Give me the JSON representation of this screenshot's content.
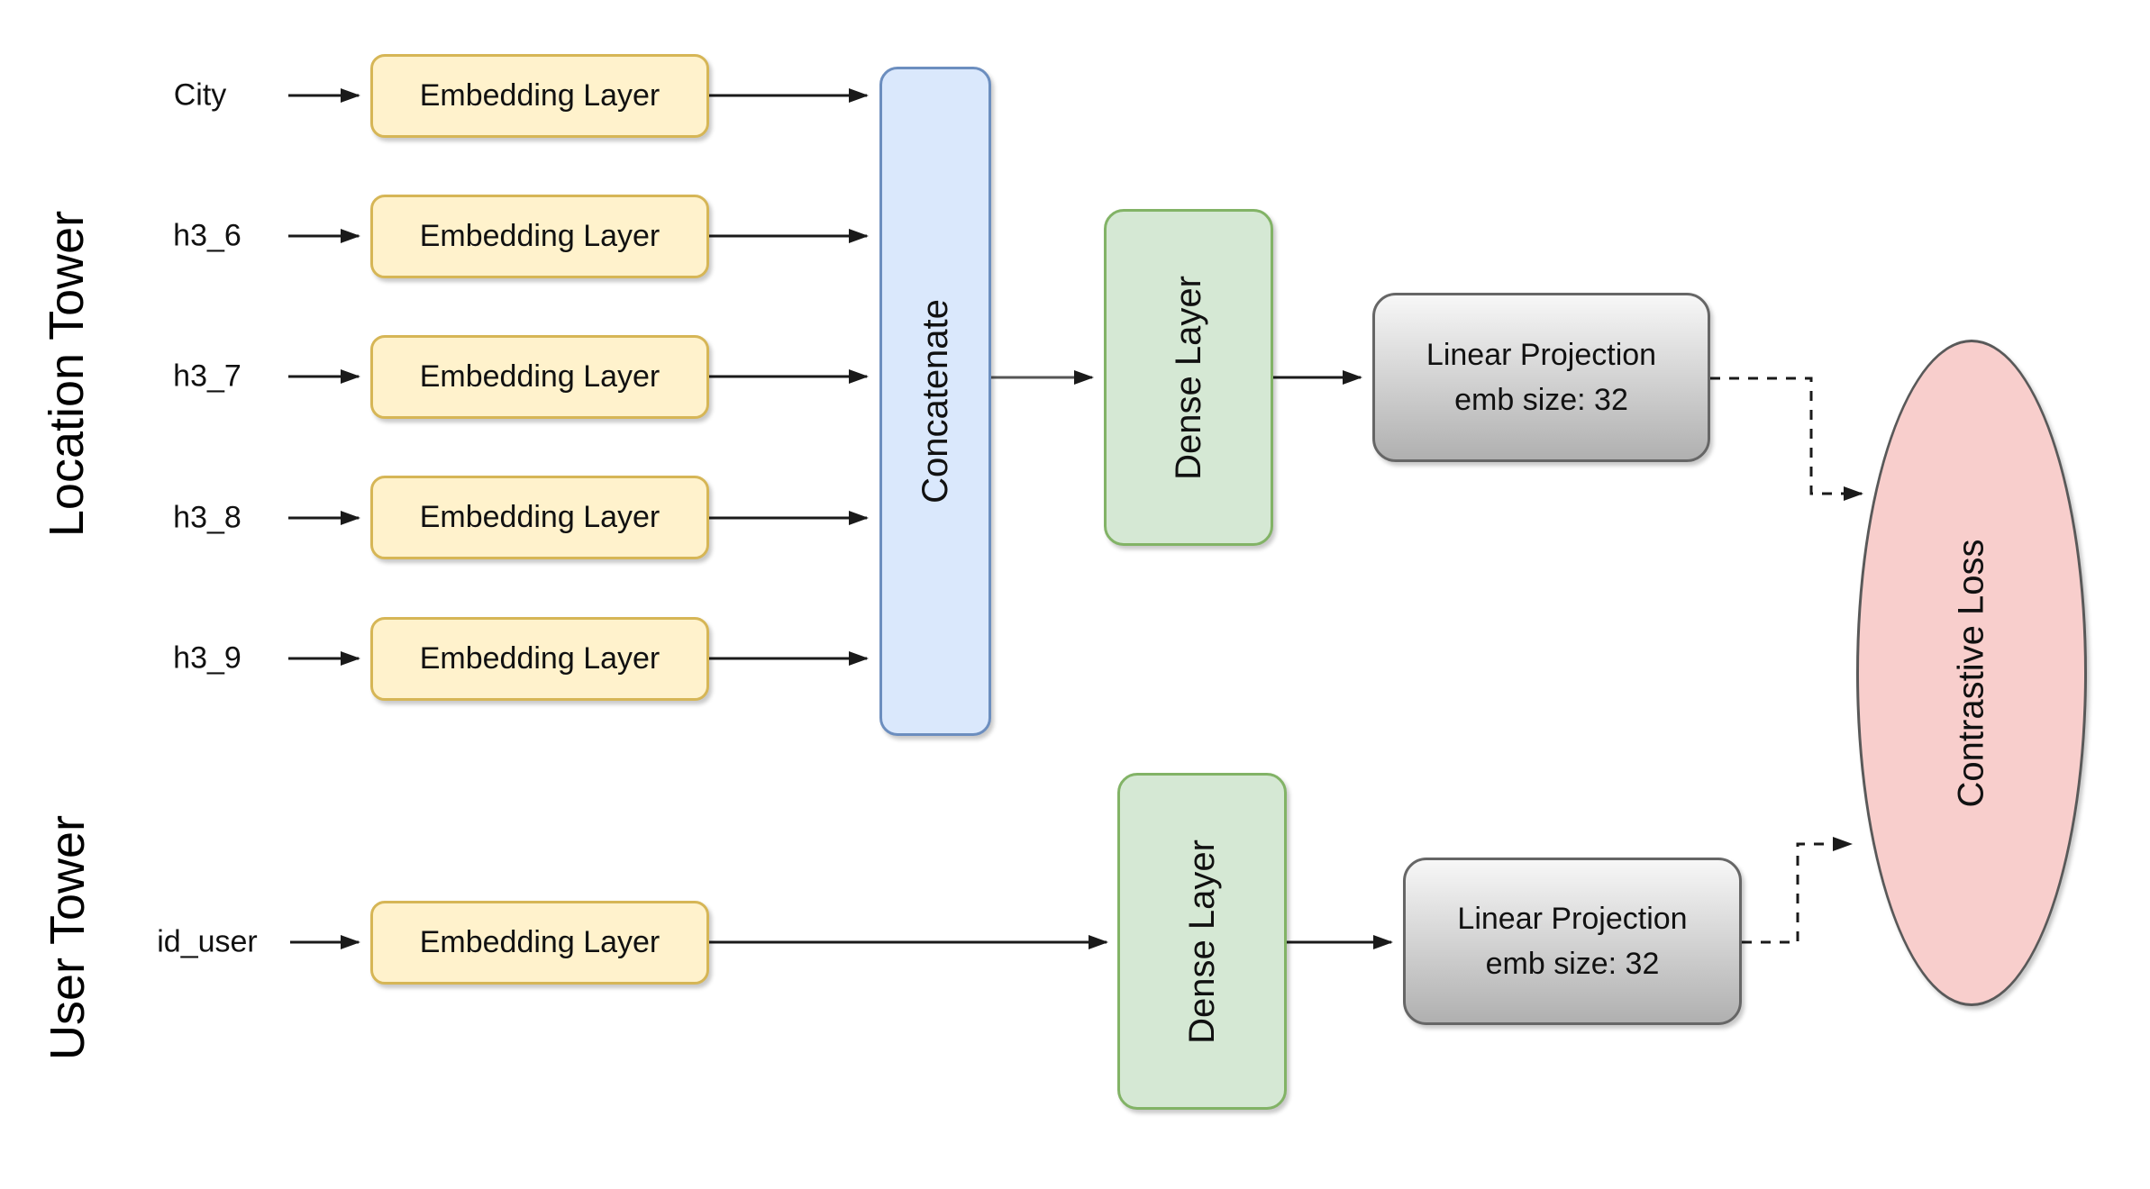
{
  "diagram": {
    "towers": {
      "location": {
        "label": "Location Tower",
        "inputs": [
          "City",
          "h3_6",
          "h3_7",
          "h3_8",
          "h3_9"
        ]
      },
      "user": {
        "label": "User Tower",
        "inputs": [
          "id_user"
        ]
      }
    },
    "labels": {
      "embedding": "Embedding Layer",
      "concatenate": "Concatenate",
      "dense": "Dense Layer",
      "linear_projection": "Linear Projection",
      "emb_size": "emb size: 32",
      "contrastive_loss": "Contrastive Loss"
    },
    "colors": {
      "yellow_fill": "#FFF2CC",
      "yellow_stroke": "#D6B656",
      "blue_fill": "#DAE8FC",
      "blue_stroke": "#6C8EBF",
      "green_fill": "#D5E8D4",
      "green_stroke": "#82B366",
      "pink_fill": "#F8CECC",
      "pink_stroke": "#595959",
      "gray_fill_top": "#F7F7F7",
      "gray_fill_bottom": "#B0B0B0",
      "gray_stroke": "#666666",
      "line_color": "#1a1a1a",
      "text_color": "#111111"
    }
  }
}
